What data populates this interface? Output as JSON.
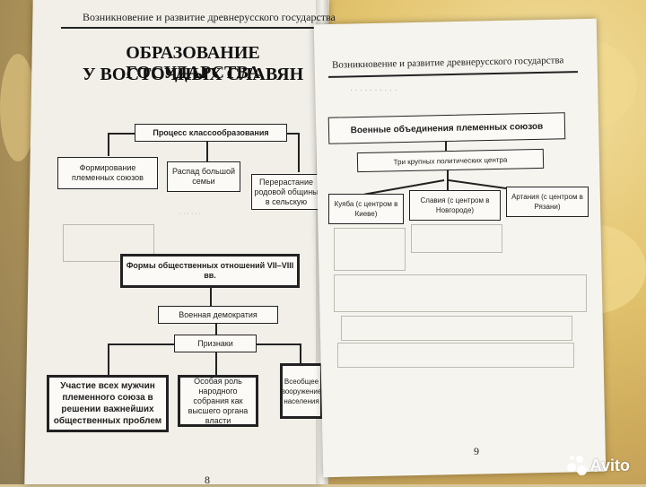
{
  "left_page": {
    "header": "Возникновение и развитие древнерусского государства",
    "title_line1": "ОБРАЗОВАНИЕ ГОСУДАРСТВА",
    "title_line2": "У ВОСТОЧНЫХ СЛАВЯН",
    "process": "Процесс классообразования",
    "branches": [
      "Формирование племенных союзов",
      "Распад большой семьи",
      "Перерастание родовой общины в сельскую"
    ],
    "forms": "Формы общественных отношений VII–VIII вв.",
    "democracy": "Военная демократия",
    "signs": "Признаки",
    "features": [
      "Участие всех мужчин племенного союза в решении важнейших общественных проблем",
      "Особая роль народного собрания как высшего органа власти",
      "Всеобщее вооружение населения"
    ],
    "page_number": "8"
  },
  "right_page": {
    "header": "Возникновение и развитие древнерусского государства",
    "military": "Военные объединения племенных союзов",
    "centers": "Три крупных политических центра",
    "cities": [
      "Куяба (с центром в Киеве)",
      "Славия (с центром в Новгороде)",
      "Артания (с центром в Рязани)"
    ],
    "page_number": "9"
  },
  "watermark": {
    "text": "Avito"
  }
}
